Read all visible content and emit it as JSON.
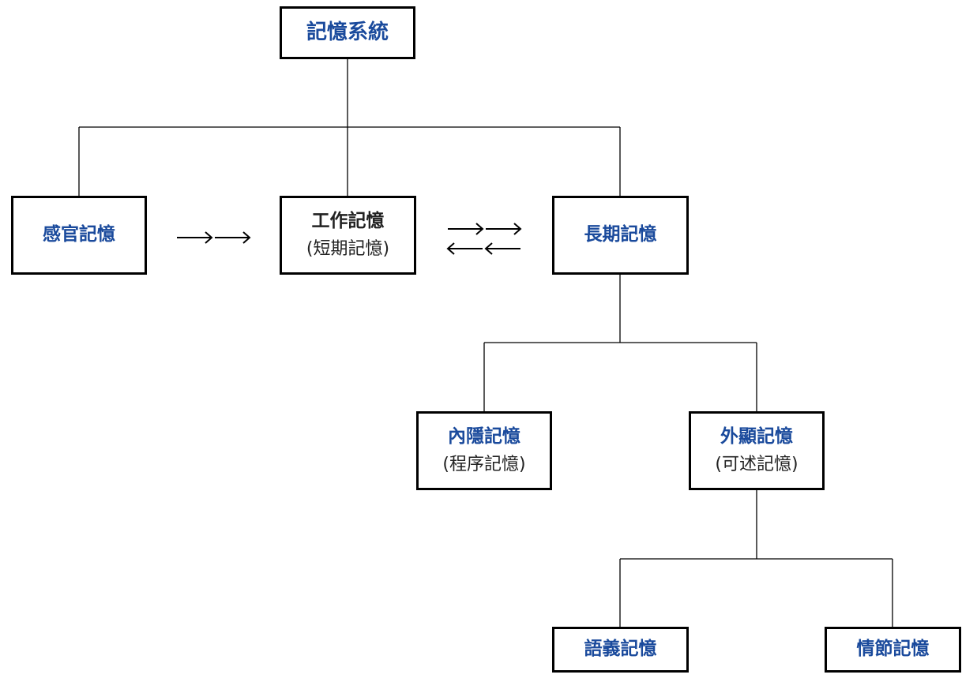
{
  "nodes": {
    "root": {
      "title": "記憶系統"
    },
    "sensory": {
      "title": "感官記憶"
    },
    "working": {
      "title": "工作記憶",
      "subtitle": "(短期記憶)"
    },
    "longterm": {
      "title": "長期記憶"
    },
    "implicit": {
      "title": "內隱記憶",
      "subtitle": "(程序記憶)"
    },
    "explicit": {
      "title": "外顯記憶",
      "subtitle": "(可述記憶)"
    },
    "semantic": {
      "title": "語義記憶"
    },
    "episodic": {
      "title": "情節記憶"
    }
  },
  "colors": {
    "title_blue": "#1a4a9c",
    "title_dark": "#222222",
    "border": "#000000"
  }
}
